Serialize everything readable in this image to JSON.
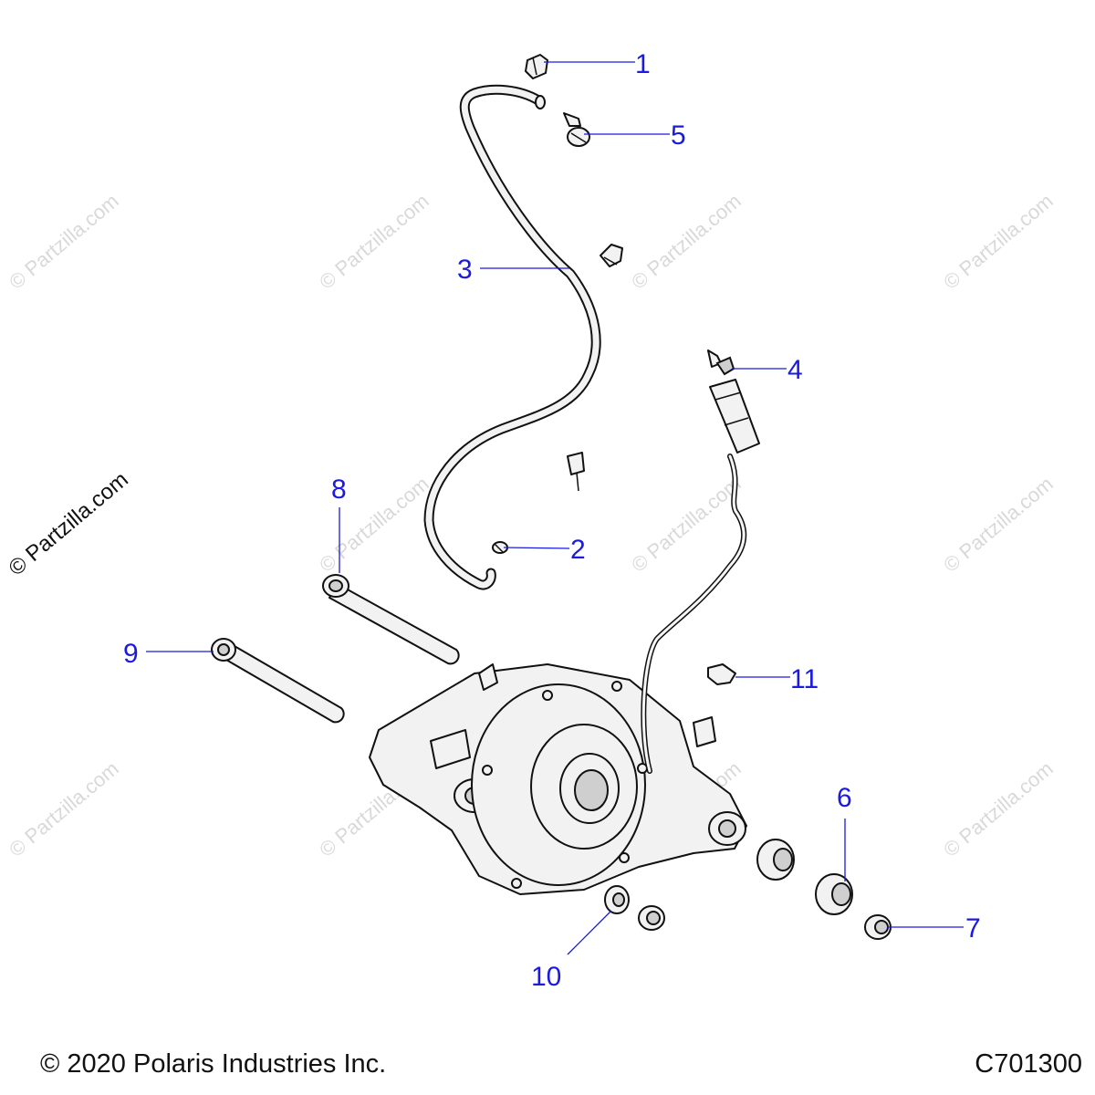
{
  "watermark": "© Partzilla.com",
  "footer": {
    "copyright": "© 2020 Polaris Industries Inc.",
    "diagram_code": "C701300"
  },
  "callouts": [
    "1",
    "2",
    "3",
    "4",
    "5",
    "6",
    "7",
    "8",
    "9",
    "10",
    "11"
  ]
}
